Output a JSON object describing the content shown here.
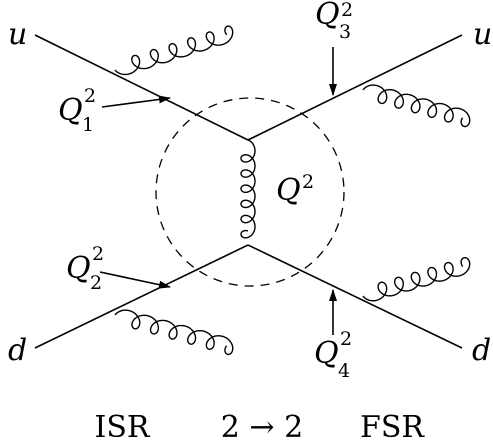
{
  "diagram": {
    "quarks": {
      "in_top": "u",
      "in_bottom": "d",
      "out_top": "u",
      "out_bottom": "d"
    },
    "scales": {
      "q1": {
        "base": "Q",
        "sub": "1",
        "sup": "2"
      },
      "q2": {
        "base": "Q",
        "sub": "2",
        "sup": "2"
      },
      "q3": {
        "base": "Q",
        "sub": "3",
        "sup": "2"
      },
      "q4": {
        "base": "Q",
        "sub": "4",
        "sup": "2"
      },
      "hard": {
        "base": "Q",
        "sup": "2"
      }
    },
    "captions": {
      "isr": "ISR",
      "hard": "2 → 2",
      "fsr": "FSR"
    }
  }
}
